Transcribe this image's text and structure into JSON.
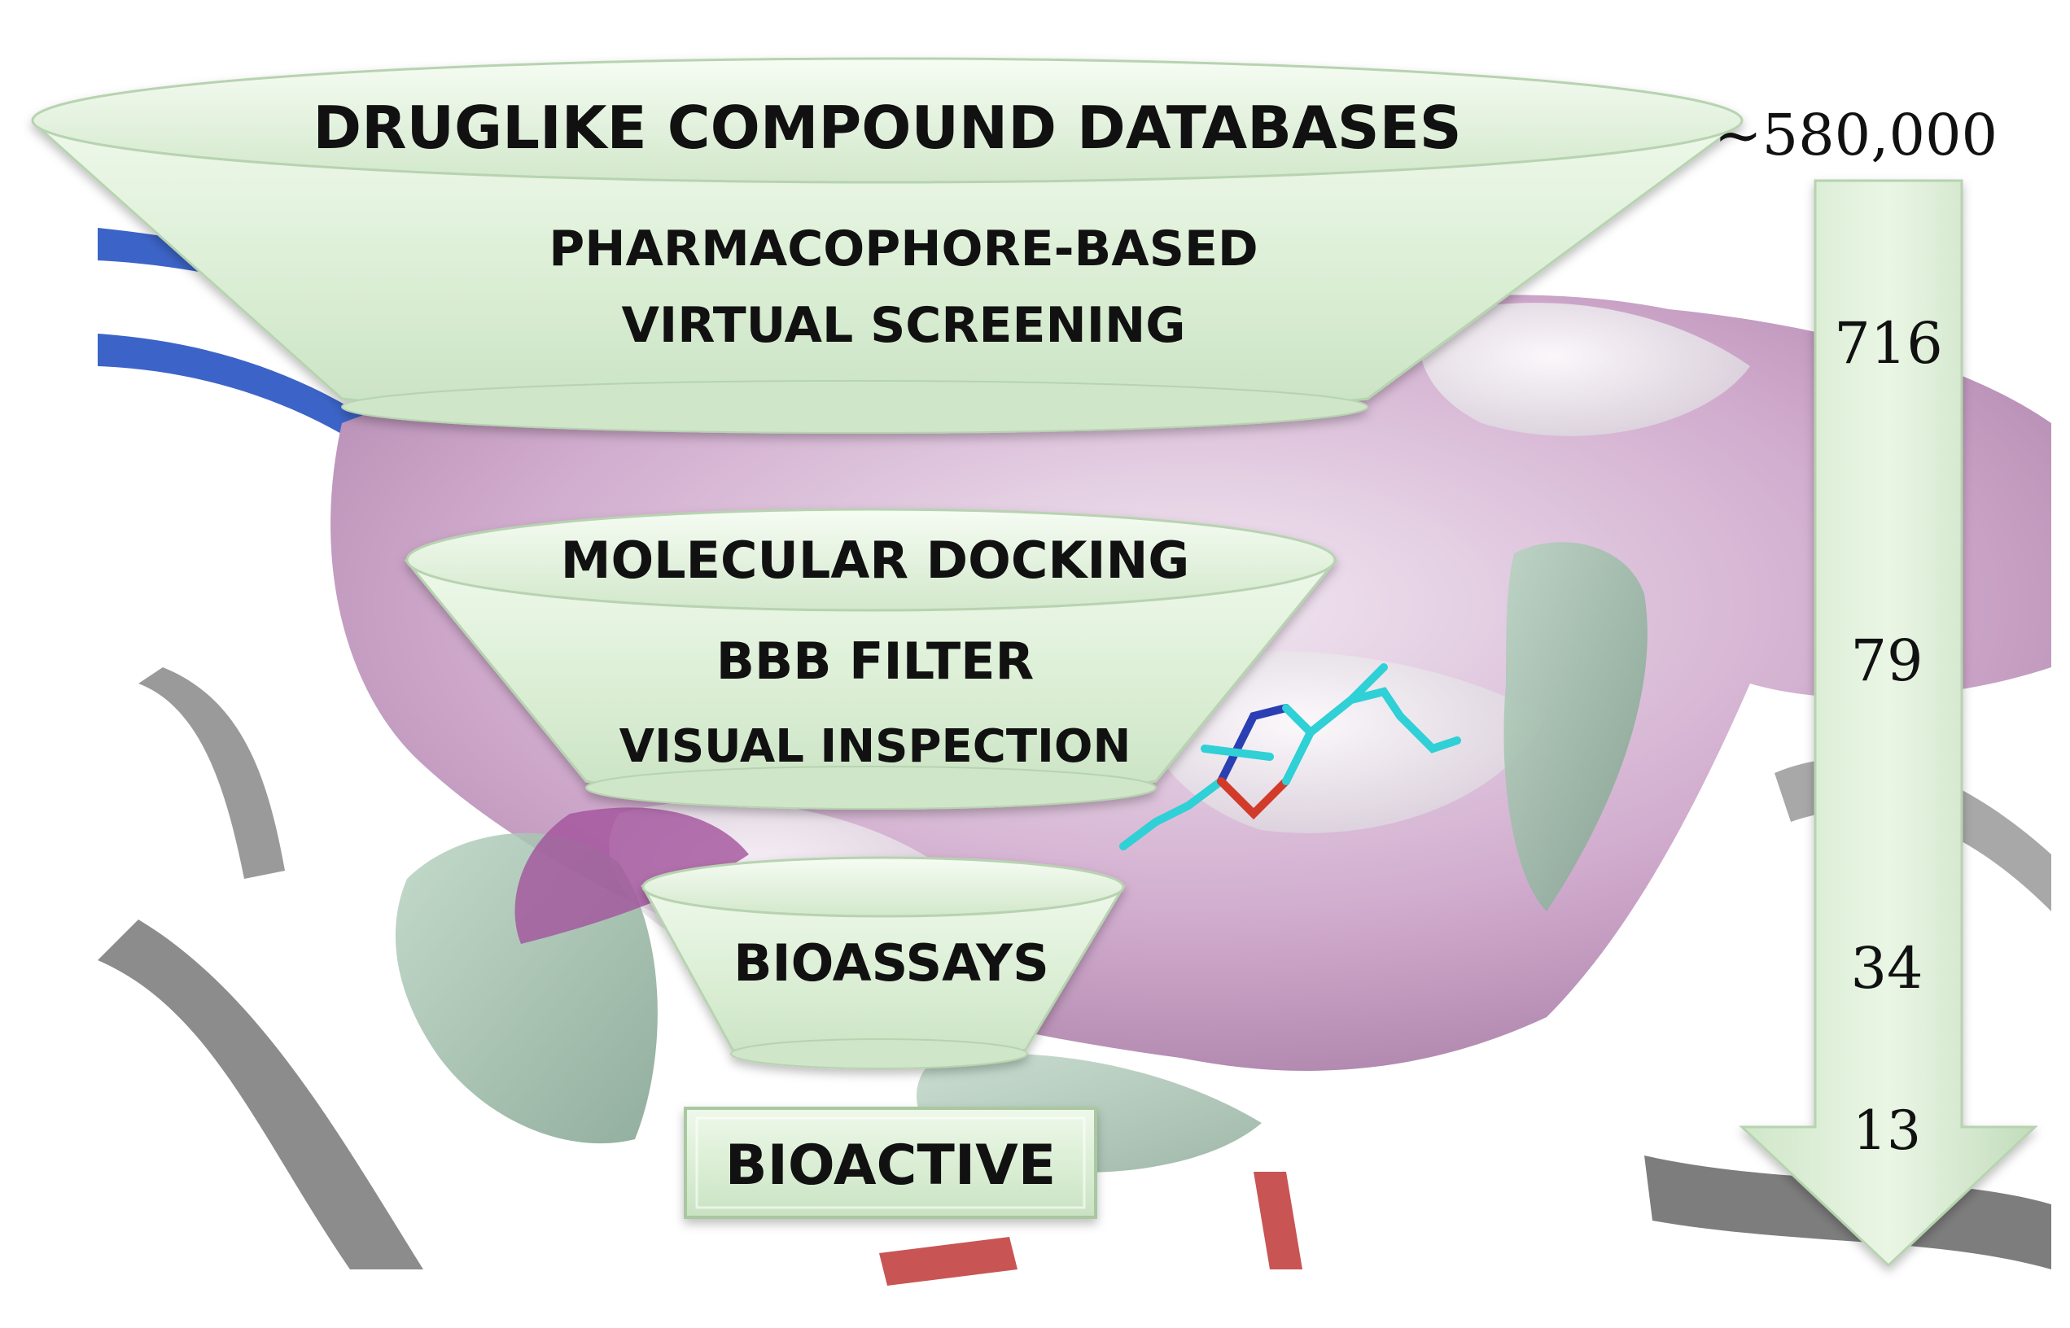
{
  "stages": [
    {
      "lines": [
        "DRUGLIKE COMPOUND DATABASES"
      ]
    },
    {
      "lines": [
        "PHARMACOPHORE-BASED",
        "VIRTUAL SCREENING"
      ]
    },
    {
      "lines": [
        "MOLECULAR DOCKING"
      ]
    },
    {
      "lines": [
        "BBB FILTER"
      ]
    },
    {
      "lines": [
        "VISUAL INSPECTION"
      ]
    },
    {
      "lines": [
        "BIOASSAYS"
      ]
    },
    {
      "lines": [
        "BIOACTIVE"
      ]
    }
  ],
  "counts": [
    "~580,000",
    "716",
    "79",
    "34",
    "13"
  ],
  "colors": {
    "funnel_fill": "#dff0da",
    "funnel_edge": "#b7d3b0",
    "protein_pink": "#c8a3c4",
    "protein_light": "#ece4ee",
    "protein_green": "#8fb49e",
    "ribbon_gray": "#8c8c8c",
    "ribbon_blue": "#3c64c8",
    "ligand_cyan": "#2fd0d6",
    "ligand_blue": "#2a3fb3",
    "ligand_red": "#d23a2a"
  }
}
